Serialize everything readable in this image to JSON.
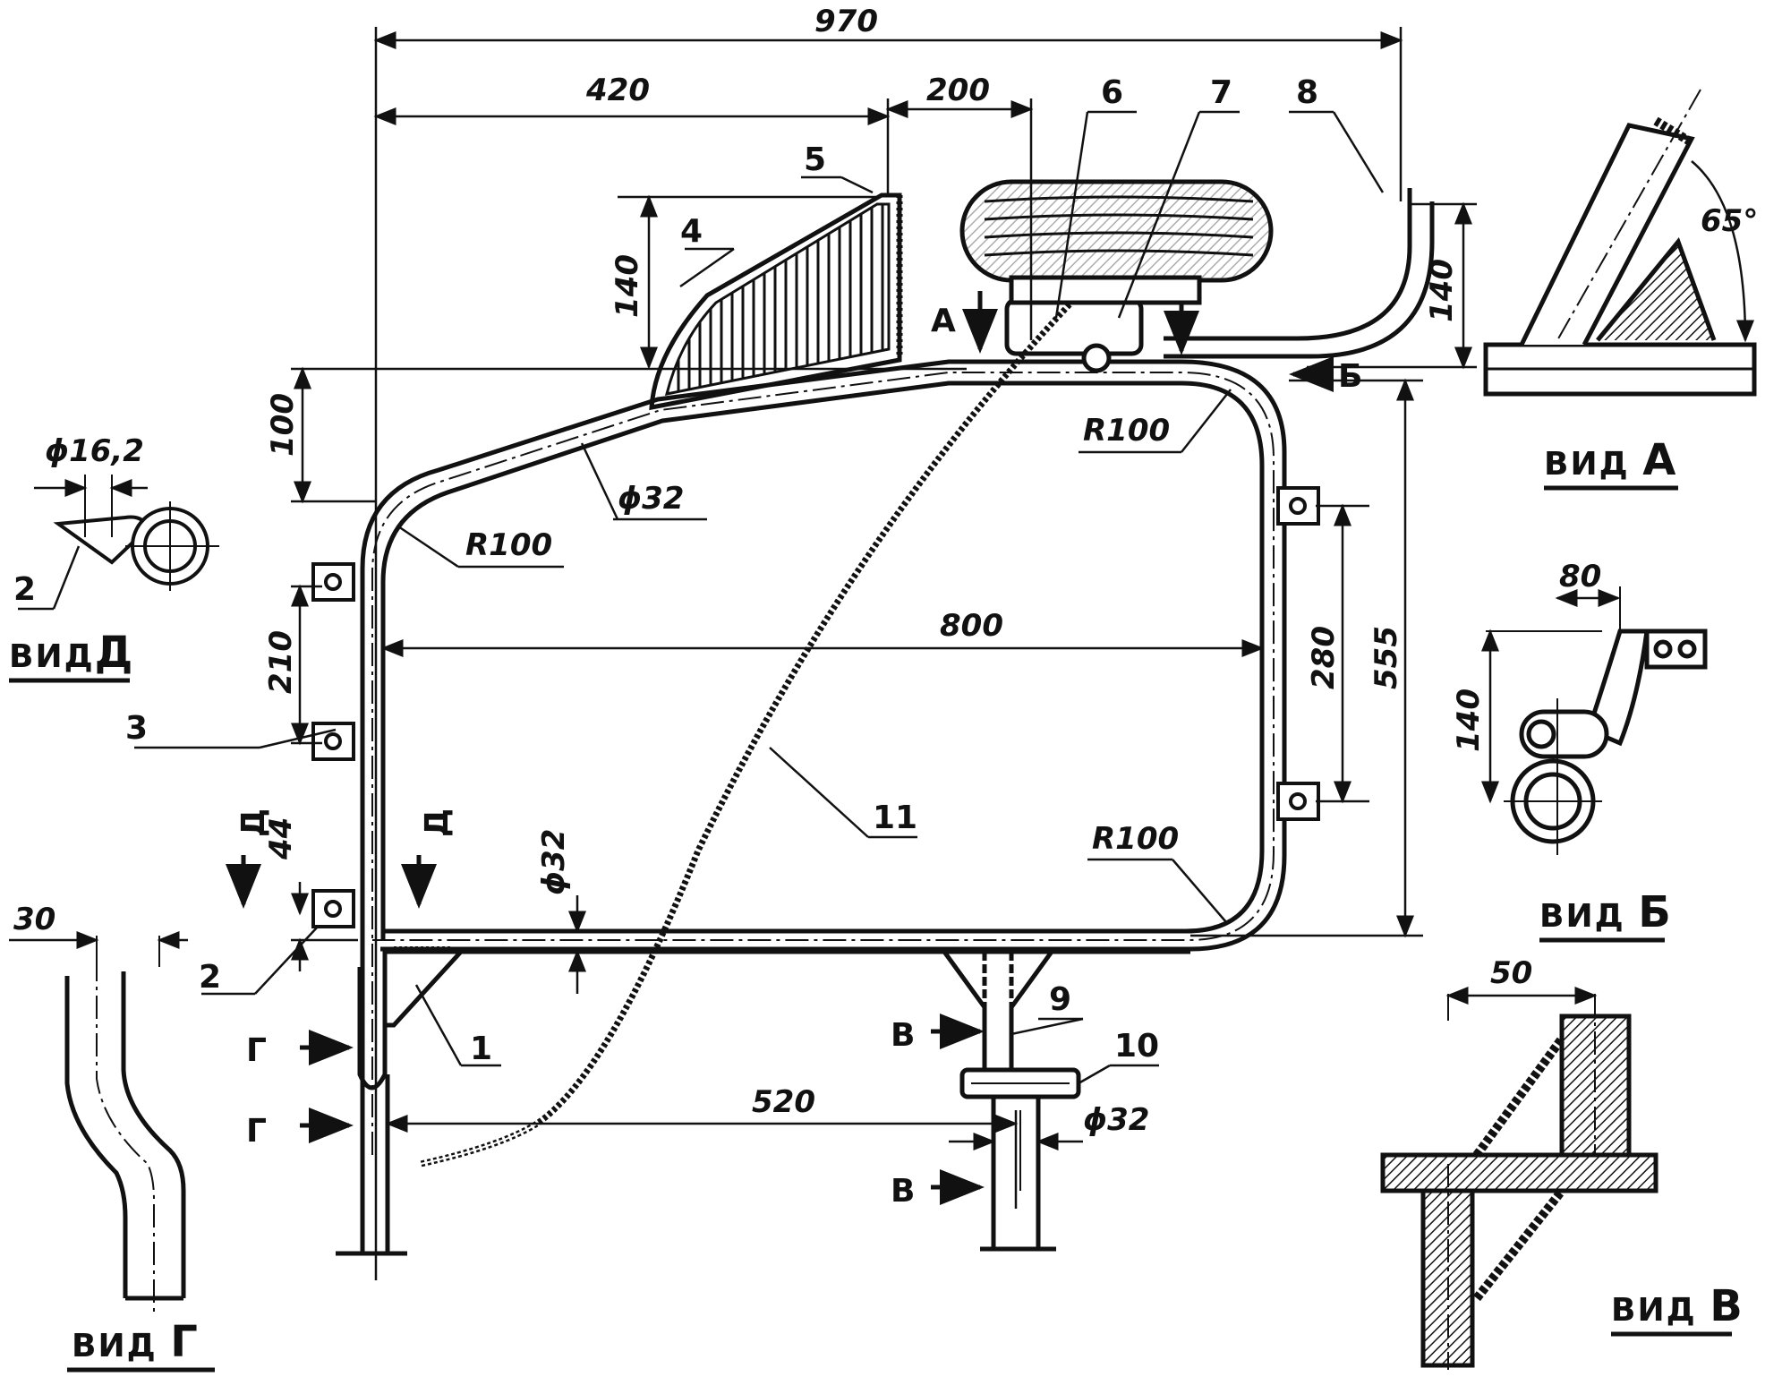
{
  "dimensions": {
    "overall_width": "970",
    "top_left": "420",
    "top_mid": "200",
    "mirror_height": "140",
    "step_height": "100",
    "tube_dia_top": "ϕ32",
    "bend_radius_top_left": "R100",
    "bend_radius_top_right": "R100",
    "bend_radius_bottom_right": "R100",
    "inner_width": "800",
    "bracket_spacing_left": "210",
    "bracket_spacing_right": "280",
    "overall_height": "555",
    "offset_44": "44",
    "tube_dia_bottom": "ϕ32",
    "base_length": "520",
    "post_dia": "ϕ32",
    "right_height": "140",
    "view_g_offset": "30",
    "view_d_hole": "ϕ16,2",
    "view_a_angle": "65°",
    "view_b_width": "80",
    "view_b_height": "140",
    "view_v_width": "50"
  },
  "callouts": [
    "1",
    "2",
    "3",
    "4",
    "5",
    "6",
    "7",
    "8",
    "9",
    "10",
    "11"
  ],
  "callout_2_view": "2",
  "callout_2_main": "2",
  "section_marks": {
    "A": "А",
    "B": "Б",
    "D1": "Д",
    "D2": "Д",
    "G1": "Г",
    "G2": "Г",
    "V1": "В",
    "V2": "В"
  },
  "views": {
    "A": {
      "prefix": "ВИД",
      "letter": "А"
    },
    "B": {
      "prefix": "ВИД",
      "letter": "Б"
    },
    "V": {
      "prefix": "ВИД",
      "letter": "В"
    },
    "G": {
      "prefix": "ВИД",
      "letter": "Г"
    },
    "D": {
      "prefix": "ВИД",
      "letter": "Д"
    }
  }
}
